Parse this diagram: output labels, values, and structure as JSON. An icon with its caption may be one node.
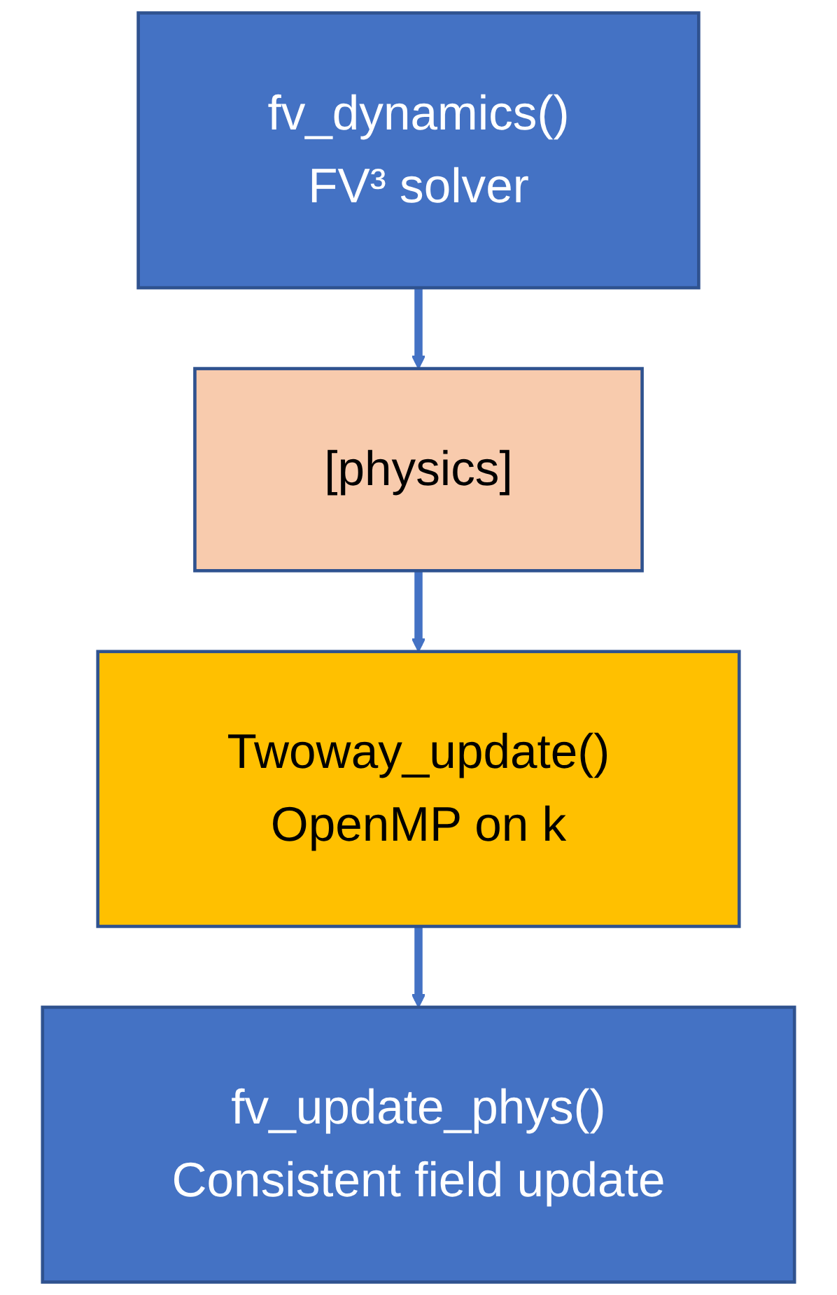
{
  "diagram": {
    "nodes": [
      {
        "text": [
          "fv_dynamics()",
          "FV³ solver"
        ]
      },
      {
        "text": [
          "[physics]"
        ]
      },
      {
        "text": [
          "Twoway_update()",
          "OpenMP on k"
        ]
      },
      {
        "text": [
          "fv_update_phys()",
          "Consistent field update"
        ]
      }
    ],
    "edges": [
      {
        "from": 0,
        "to": 1,
        "arrow": "to"
      },
      {
        "from": 1,
        "to": 2,
        "arrow": "to"
      },
      {
        "from": 2,
        "to": 3,
        "arrow": "to"
      }
    ]
  }
}
